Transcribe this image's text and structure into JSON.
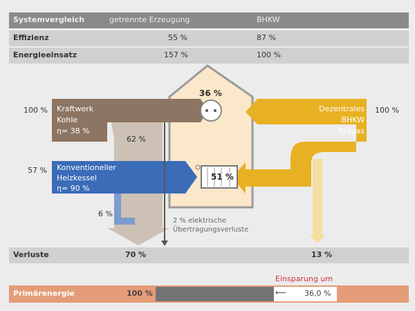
{
  "table": {
    "header": [
      "Systemvergleich",
      "getrennte Erzeugung",
      "BHKW"
    ],
    "rows": [
      {
        "label": "Effizienz",
        "separate": "55 %",
        "chp": "87 %"
      },
      {
        "label": "Energieeinsatz",
        "separate": "157 %",
        "chp": "100 %"
      }
    ]
  },
  "diagram": {
    "house_power": "36 %",
    "house_heat": "51 %",
    "left_power_input": "100 %",
    "power_plant": [
      "Kraftwerk",
      "Kohle",
      "η= 38 %"
    ],
    "power_plant_loss": "62 %",
    "left_heat_input": "57 %",
    "boiler": [
      "Konventioneller",
      "Heizkessel",
      "η= 90 %"
    ],
    "boiler_loss": "6 %",
    "transmission_loss": [
      "2 % elektrische",
      "Übertragungsverluste"
    ],
    "right_input": "100 %",
    "chp_unit": [
      "Dezentrales",
      "BHKW",
      "Erdgas"
    ]
  },
  "losses": {
    "label": "Verluste",
    "separate": "70 %",
    "chp": "13 %"
  },
  "primary": {
    "label": "Primärenergie",
    "value": "100 %",
    "savings_label": "Einsparung um",
    "savings": "36,0 %",
    "savings_fraction": 0.36
  },
  "colors": {
    "brown": "#8c7562",
    "blue": "#3a6cb8",
    "yellow": "#e8b124",
    "house": "#fbe7c9",
    "primary": "#e59c78"
  }
}
